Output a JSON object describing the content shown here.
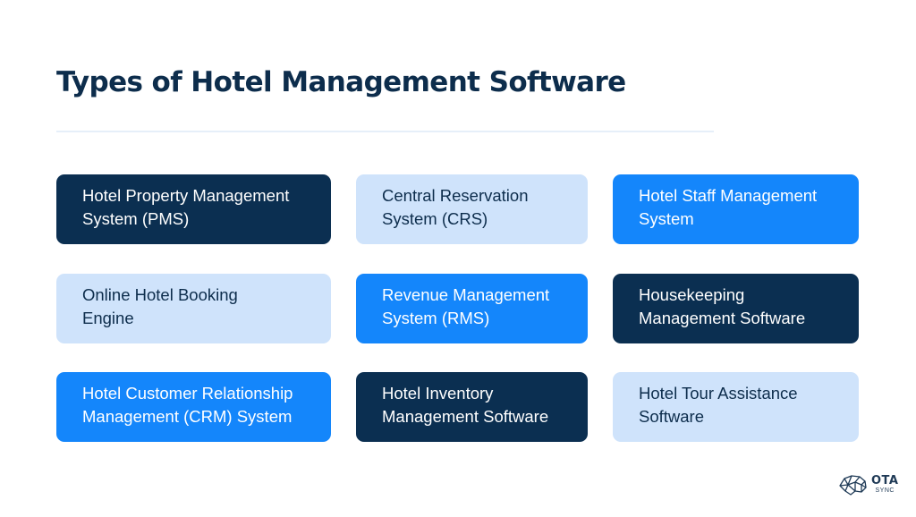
{
  "title": "Types of Hotel Management Software",
  "colors": {
    "dark": "#0b2f51",
    "light": "#cfe3fb",
    "blue": "#1486fb",
    "title": "#0d2d4c"
  },
  "cards": [
    {
      "line1": "Hotel Property Management",
      "line2": "System (PMS)",
      "style": "dark"
    },
    {
      "line1": "Central Reservation",
      "line2": "System (CRS)",
      "style": "light"
    },
    {
      "line1": "Hotel Staff Management",
      "line2": "System",
      "style": "blue"
    },
    {
      "line1": "Online Hotel Booking",
      "line2": "Engine",
      "style": "light"
    },
    {
      "line1": "Revenue Management",
      "line2": "System (RMS)",
      "style": "blue"
    },
    {
      "line1": "Housekeeping",
      "line2": "Management Software",
      "style": "dark"
    },
    {
      "line1": "Hotel Customer Relationship",
      "line2": "Management (CRM) System",
      "style": "blue"
    },
    {
      "line1": "Hotel Inventory",
      "line2": "Management Software",
      "style": "dark"
    },
    {
      "line1": "Hotel Tour Assistance",
      "line2": "Software",
      "style": "light"
    }
  ],
  "logo": {
    "icon": "brain-network-icon",
    "main": "OTA",
    "sub": "SYNC"
  }
}
